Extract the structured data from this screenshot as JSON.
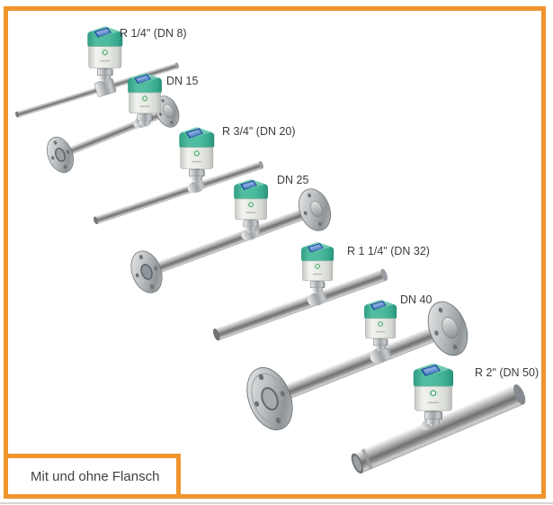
{
  "image": {
    "type": "product-family-illustration",
    "frame_color": "#F0942D",
    "background": "#FFFFFF"
  },
  "caption": {
    "text": "Mit und ohne Flansch"
  },
  "products": [
    {
      "label": "R 1/4\" (DN 8)",
      "flanged": false
    },
    {
      "label": "DN 15",
      "flanged": true
    },
    {
      "label": "R 3/4\" (DN 20)",
      "flanged": false
    },
    {
      "label": "DN 25",
      "flanged": true
    },
    {
      "label": "R 1 1/4\" (DN 32)",
      "flanged": false
    },
    {
      "label": "DN 40",
      "flanged": true
    },
    {
      "label": "R 2\" (DN 50)",
      "flanged": false
    }
  ],
  "device_colors": {
    "cap_teal": "#45B79A",
    "display_blue": "#2E5CA8",
    "body_gray": "#E7E9E5",
    "logo_green": "#3BA561",
    "pipe_steel": "#9A9A9A"
  }
}
